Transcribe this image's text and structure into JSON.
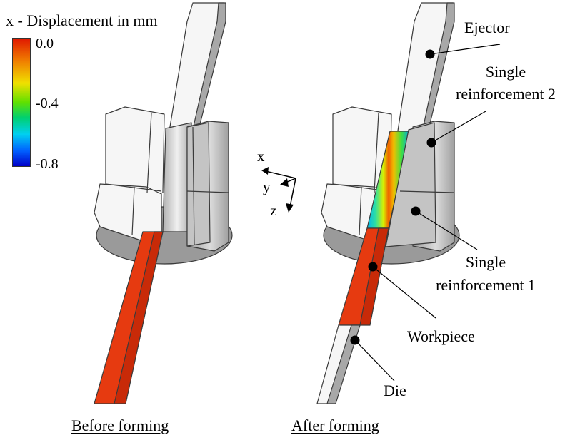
{
  "legend": {
    "title": "x - Displacement in mm",
    "ticks": [
      "0.0",
      "-0.4",
      "-0.8"
    ],
    "colors": [
      "#e01800",
      "#f08000",
      "#f0e000",
      "#80e000",
      "#00d060",
      "#00d0f0",
      "#0060ff",
      "#0000c8"
    ]
  },
  "axes": {
    "x": "x",
    "y": "y",
    "z": "z"
  },
  "captions": {
    "before": "Before forming",
    "after": "After forming"
  },
  "labels": {
    "ejector": "Ejector",
    "reinf2_line1": "Single",
    "reinf2_line2": "reinforcement 2",
    "reinf1_line1": "Single",
    "reinf1_line2": "reinforcement 1",
    "workpiece": "Workpiece",
    "die": "Die"
  },
  "colors": {
    "workpiece": "#e63a10",
    "workpiece_dark": "#c82a08",
    "tool_light": "#f4f4f4",
    "tool_mid": "#c8c8c8",
    "tool_dark": "#9a9a9a",
    "outline": "#3a3a3a"
  }
}
